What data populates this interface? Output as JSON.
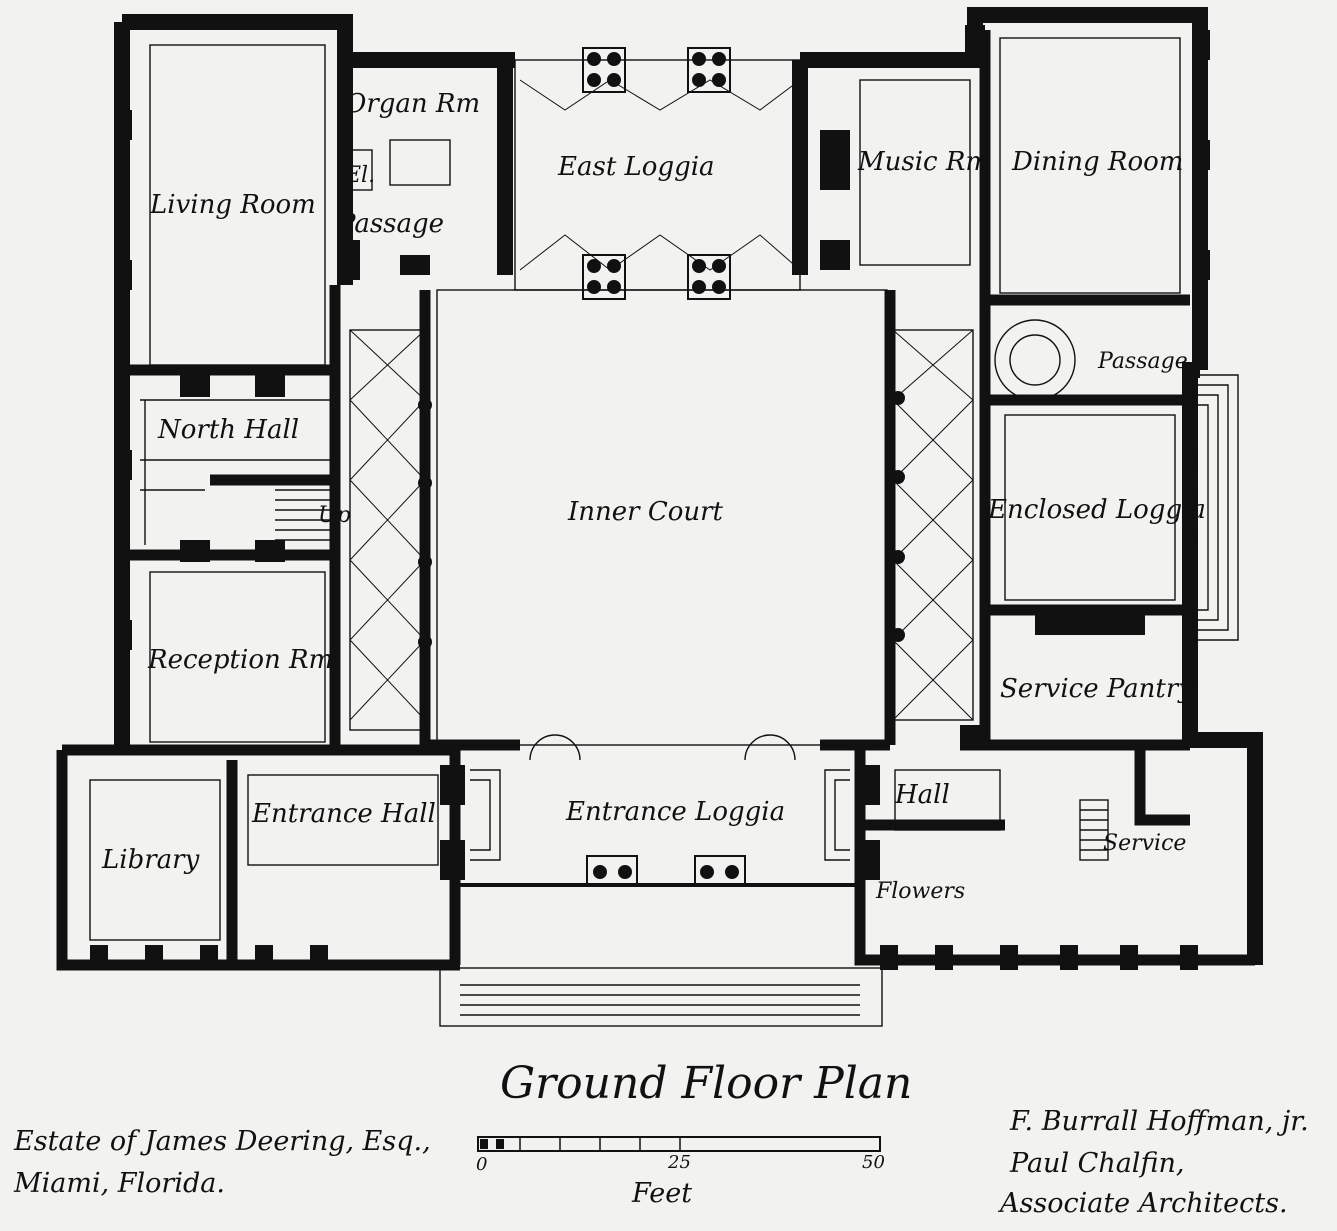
{
  "title": "Ground Floor Plan",
  "rooms": {
    "organ_room": "Organ Rm",
    "elevator": "El.",
    "passage_north": "Passage",
    "living_room": "Living Room",
    "east_loggia": "East Loggia",
    "music_room": "Music Rm",
    "dining_room": "Dining Room",
    "passage_east": "Passage",
    "north_hall": "North Hall",
    "up": "Up",
    "inner_court": "Inner Court",
    "enclosed_loggia": "Enclosed Loggia",
    "reception_room": "Reception Rm.",
    "service_pantry": "Service Pantry",
    "entrance_hall": "Entrance Hall",
    "entrance_loggia": "Entrance Loggia",
    "hall": "Hall",
    "library": "Library",
    "service": "Service",
    "flowers": "Flowers"
  },
  "estate": {
    "line1": "Estate of James Deering, Esq.,",
    "line2": "Miami, Florida."
  },
  "scale": {
    "unit_label": "Feet",
    "tick_0": "0",
    "tick_25": "25",
    "tick_50": "50"
  },
  "architects": {
    "line1": "F. Burrall Hoffman, jr.",
    "line2": "Paul Chalfin,",
    "line3": "Associate Architects."
  },
  "colors": {
    "paper": "#f2f2f0",
    "ink": "#111111"
  }
}
